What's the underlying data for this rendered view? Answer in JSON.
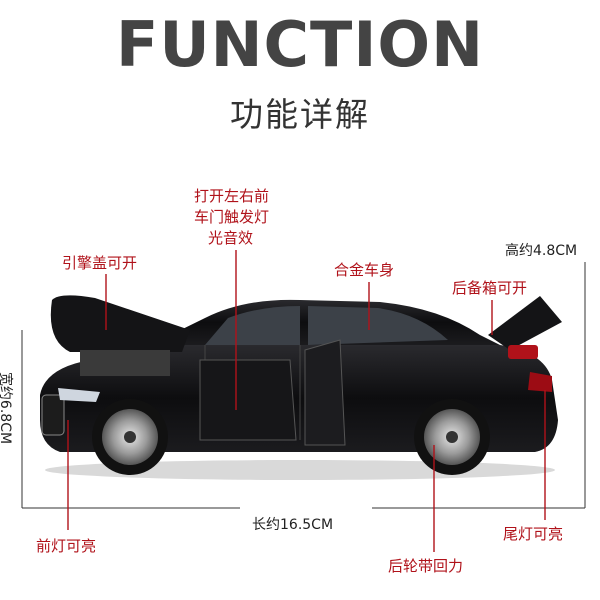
{
  "header": {
    "title": "FUNCTION",
    "subtitle": "功能详解"
  },
  "callouts": {
    "hood": "引擎盖可开",
    "doors_line1": "打开左右前",
    "doors_line2": "车门触发灯",
    "doors_line3": "光音效",
    "body": "合金车身",
    "trunk": "后备箱可开",
    "headlight": "前灯可亮",
    "pullback": "后轮带回力",
    "taillight": "尾灯可亮"
  },
  "dimensions": {
    "height": "高约4.8CM",
    "width": "宽约6.8CM",
    "length": "长约16.5CM"
  },
  "colors": {
    "callout_red": "#b0121a",
    "car_body": "#0d0d0f",
    "title_gray": "#444444"
  }
}
